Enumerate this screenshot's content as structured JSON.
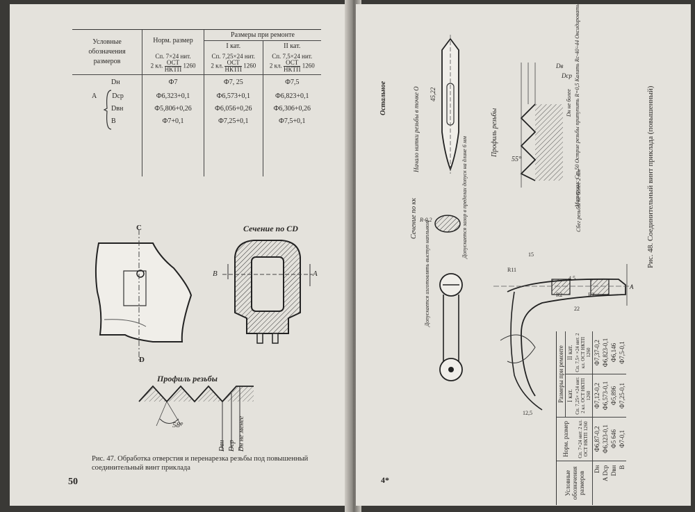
{
  "left_page": {
    "table": {
      "col_conditional": "Условные обозначения размеров",
      "col_nominal": "Норм. размер",
      "col_repair": "Размеры при ремонте",
      "col_cat1": "I кат.",
      "col_cat2": "II кат.",
      "spec_nominal": "Сп. 7×24 нит.",
      "spec_cat1": "Сп. 7,25×24 нит.",
      "spec_cat2": "Сп. 7,5×24 нит.",
      "spec_class": "2 кл.",
      "ost": "ОСТ",
      "nktp": "НКТП",
      "ost_num": "1260",
      "group_label": "A",
      "rows": [
        {
          "name": "Dн",
          "nominal": "Ф7",
          "cat1": "Ф7, 25",
          "cat2": "Ф7,5"
        },
        {
          "name": "Dср",
          "nominal": "Ф6,323+0,1",
          "cat1": "Ф6,573+0,1",
          "cat2": "Ф6,823+0,1"
        },
        {
          "name": "Dвн",
          "nominal": "Ф5,806+0,26",
          "cat1": "Ф6,056+0,26",
          "cat2": "Ф6,306+0,26"
        },
        {
          "name": "B",
          "nominal": "Ф7+0,1",
          "cat1": "Ф7,25+0,1",
          "cat2": "Ф7,5+0,1"
        }
      ]
    },
    "drawing": {
      "label_c": "C",
      "label_d": "D",
      "section_title": "Сечение по CD",
      "label_b": "B",
      "label_a": "A",
      "profile_title": "Профиль резьбы",
      "angle": "58°",
      "d_vn": "Dвн",
      "d_sr": "Dср",
      "d_n_min": "Dн не менее"
    },
    "caption": "Рис. 47. Обработка отверстия и перенарезка резьбы под повышенный соединительный винт приклада",
    "page_number": "50"
  },
  "right_page": {
    "caption": "Рис. 48. Соединительный винт приклада (повышенный)",
    "finish_note": "Остальное",
    "section_kk": "Сечение по кк",
    "thread_start_note": "Начало нитки резьбы в точке О",
    "r_label": "R-0,2",
    "dim_45_22": "45,22",
    "profile_title": "Профиль резьбы",
    "angle_55": "55°",
    "d_labels": [
      "Dв",
      "Dср",
      "Dн не более"
    ],
    "material_note": "Материал: Ст.50 Острие резьбы притупить R=0,5 Калить Rc-40÷44 Оксидировать",
    "undercut_note": "Сбег резьбы не более 2 мм",
    "gap_note": "Допускается зазор в пределах допуск на длине 6 мм",
    "ovality_note": "Допускается изготовлять выступ наплывом",
    "dims": [
      "R11",
      "R2",
      "R2",
      "22",
      "4,5",
      "A",
      "15",
      "12,5"
    ],
    "page_marker": "4*",
    "table": {
      "col_conditional": "Условные обозначения размеров",
      "col_nominal": "Норм. размер",
      "col_repair": "Размеры при ремонте",
      "col_cat1": "I кат.",
      "col_cat2": "II кат.",
      "spec_nominal": "Сп. 7×24 нит. 2 кл. ОСТ НКТП 1260",
      "spec_cat1": "Сп. 7,25× ×24 нит. 2 кл. ОСТ НКТП 1260",
      "spec_cat2": "Сп. 7,5× ×24 нит. 2 кл. ОСТ НКТП 1260",
      "group_label": "A",
      "rows": [
        {
          "name": "Dн",
          "nominal": "Ф6,87-0,2",
          "cat1": "Ф7,12-0,2",
          "cat2": "Ф7,37-0,2"
        },
        {
          "name": "Dср",
          "nominal": "Ф6,323-0,1",
          "cat1": "Ф6,573-0,1",
          "cat2": "Ф6,823-0,1"
        },
        {
          "name": "Dвн",
          "nominal": "Ф5 646",
          "cat1": "Ф5,896",
          "cat2": "Ф6,146"
        },
        {
          "name": "B",
          "nominal": "Ф7-0,1",
          "cat1": "Ф7,25-0,1",
          "cat2": "Ф7,5-0,1"
        }
      ]
    }
  }
}
